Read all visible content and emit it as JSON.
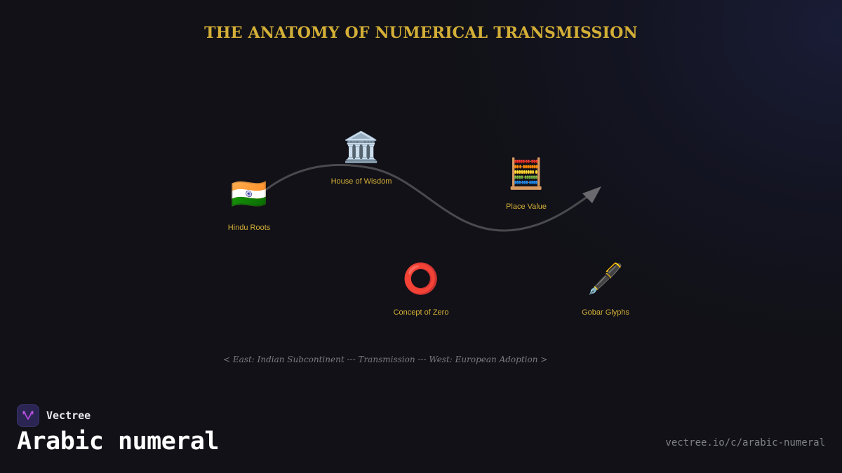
{
  "title": "THE ANATOMY OF NUMERICAL TRANSMISSION",
  "colors": {
    "background": "#111117",
    "accent_gold": "#d4af37",
    "path_gray": "#4a4a4e",
    "arrow_gray": "#6a6a6e",
    "caption_gray": "#7a7a80",
    "brand_bg": "#2a2552",
    "brand_glyph": "#b04ad8"
  },
  "nodes": [
    {
      "id": "hindu-roots",
      "label": "Hindu Roots",
      "icon": "india-flag-icon",
      "glyph": "🇮🇳"
    },
    {
      "id": "house-of-wisdom",
      "label": "House of Wisdom",
      "icon": "classical-building-icon",
      "glyph": "🏛️"
    },
    {
      "id": "place-value",
      "label": "Place Value",
      "icon": "abacus-icon",
      "glyph": "🧮"
    },
    {
      "id": "concept-of-zero",
      "label": "Concept of Zero",
      "icon": "hollow-red-circle-icon",
      "glyph": "⭕"
    },
    {
      "id": "gobar-glyphs",
      "label": "Gobar Glyphs",
      "icon": "fountain-pen-icon",
      "glyph": "🖋️"
    }
  ],
  "axis_caption": "< East: Indian Subcontinent --- Transmission --- West: European Adoption >",
  "footer": {
    "brand_name": "Vectree",
    "page_heading": "Arabic numeral",
    "url": "vectree.io/c/arabic-numeral"
  }
}
